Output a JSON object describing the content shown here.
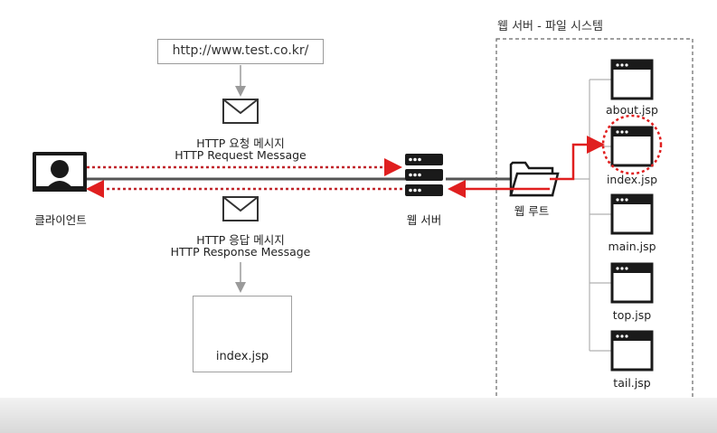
{
  "url": "http://www.test.co.kr/",
  "client_label": "클라이언트",
  "request": {
    "line1": "HTTP 요청 메시지",
    "line2": "HTTP Request Message"
  },
  "response": {
    "line1": "HTTP 응답 메시지",
    "line2": "HTTP Response Message"
  },
  "server_label": "웹 서버",
  "result_file": "index.jsp",
  "filesystem": {
    "title": "웹 서버 - 파일 시스템",
    "root_label": "웹 루트",
    "files": [
      "about.jsp",
      "index.jsp",
      "main.jsp",
      "top.jsp",
      "tail.jsp"
    ],
    "highlighted_file": "index.jsp"
  },
  "colors": {
    "accent": "#e01f1f",
    "line": "#333333",
    "connector": "#b0b0b0"
  }
}
